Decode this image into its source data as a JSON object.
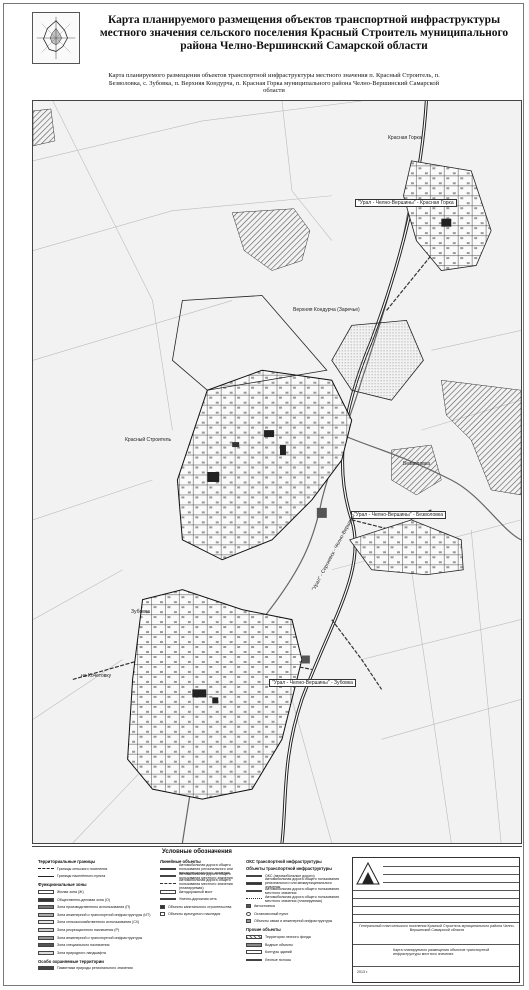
{
  "header": {
    "title": "Карта планируемого размещения объектов транспортной инфраструктуры местного значения сельского поселения Красный Строитель муниципального района Челно-Вершинский Самарской области",
    "map_subtitle": "Карта планируемого размещения объектов транспортной инфраструктуры местного значения п. Красный Строитель, п. Безволовка, с. Зубовка, п. Верхняя Кондурча, п. Красная Горка муниципального района Челно-Вершинский Самарской области"
  },
  "map": {
    "labels": {
      "krasnaya_gorka_top": "Красная Горка",
      "road_kg": "\"Урал - Челно-Вершины\" - Красная Горка",
      "verkhnyaya_kondurcha": "Верхняя Кондурча (Заречье)",
      "krasny_stroitel": "Красный Строитель",
      "bezvolovka": "Безволовка",
      "road_bezv": "\"Урал - Челно-Вершины\" - Безволовка",
      "zubovka": "Зубовка",
      "road_zub": "\"Урал - Челно-Вершины\" - Зубовка",
      "to_kochetovka": "на Кочетовку",
      "highway": "\"Урал\" - Сергиевск - Челно-Вершины"
    }
  },
  "legend": {
    "heading": "Условные обозначения",
    "col1_title": "Территориальные границы",
    "col1_items": [
      "Границы сельского поселения",
      "Границы населённого пункта"
    ],
    "col1_sec2": "Функциональные зоны",
    "col1_zones": [
      "Жилая зона (Ж)",
      "Общественно-деловая зона (О)",
      "Зона производственного использования (П)",
      "Зона инженерной и транспортной инфраструктуры (ИТ)",
      "Зона сельскохозяйственного использования (СХ)",
      "Зона рекреационного назначения (Р)",
      "Зона инженерной и транспортной инфраструктуры",
      "Зона специального назначения",
      "Зона природного ландшафта"
    ],
    "col1_sec3": "Особо охраняемые территории",
    "col1_sec3_items": [
      "Памятники природы регионального значения"
    ],
    "col2_title": "Линейные объекты",
    "col2_items": [
      "Автомобильная дорога общего пользования регионального или межмуниципального значения",
      "Автомобильная дорога общего пользования местного значения",
      "Автомобильная дорога общего пользования местного значения (планируемая)",
      "Автодорожный мост",
      "Улично-дорожная сеть",
      "Объекты капитального строительства",
      "Объекты культурного наследия"
    ],
    "col3_title": "ОКС транспортной инфраструктуры",
    "col3_sub": "Объекты транспортной инфраструктуры",
    "col3_items": [
      "ОКС (автомобильные дороги)",
      "Автомобильная дорога общего пользования регионального или межмуниципального значения",
      "Автомобильная дорога общего пользования местного значения",
      "Автомобильная дорога общего пользования местного значения (планируемая)",
      "Автостоянка",
      "Остановочный пункт",
      "Объекты связи и инженерной инфраструктуры"
    ],
    "col3_sec2": "Прочие объекты",
    "col3_sec2_items": [
      "Территории лесного фонда",
      "Водные объекты",
      "Контуры зданий",
      "Лесные полосы"
    ]
  },
  "stamp": {
    "doc_title": "Генеральный план сельского поселения Красный Строитель муниципального района Челно-Вершинский Самарской области",
    "sheet_title": "Карта планируемого размещения объектов транспортной инфраструктуры местного значения",
    "year": "2013 г."
  },
  "colors": {
    "paper": "#ffffff",
    "map_bg": "#f2f2f2",
    "residential": "#ffffff",
    "public": "#333333",
    "forest_hatch": "#6a6a6a",
    "road": "#222222",
    "water": "#888888"
  }
}
